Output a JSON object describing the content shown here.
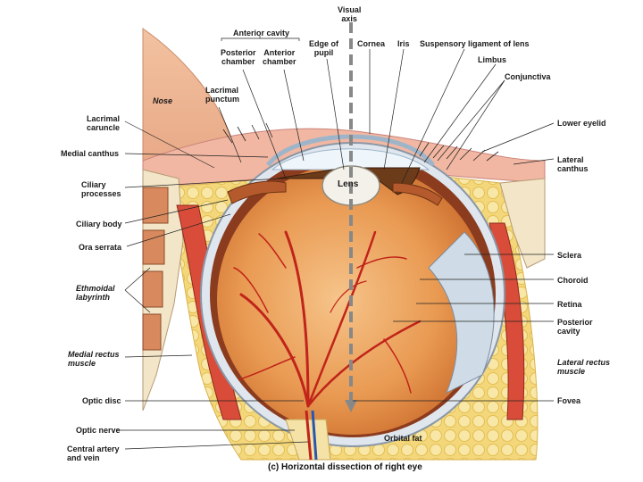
{
  "caption": "(c) Horizontal dissection of right eye",
  "labels": {
    "visual_axis": "Visual\naxis",
    "anterior_cavity": "Anterior cavity",
    "posterior_chamber": "Posterior\nchamber",
    "anterior_chamber": "Anterior\nchamber",
    "edge_of_pupil": "Edge of\npupil",
    "cornea": "Cornea",
    "iris": "Iris",
    "suspensory_ligament": "Suspensory ligament of lens",
    "limbus": "Limbus",
    "conjunctiva": "Conjunctiva",
    "lacrimal_punctum": "Lacrimal\npunctum",
    "nose": "Nose",
    "lacrimal_caruncle": "Lacrimal\ncaruncle",
    "medial_canthus": "Medial canthus",
    "lower_eyelid": "Lower eyelid",
    "lateral_canthus": "Lateral\ncanthus",
    "ciliary_processes": "Ciliary\nprocesses",
    "lens": "Lens",
    "ciliary_body": "Ciliary body",
    "ora_serrata": "Ora serrata",
    "sclera": "Sclera",
    "choroid": "Choroid",
    "retina": "Retina",
    "ethmoidal_labyrinth": "Ethmoidal\nlabyrinth",
    "posterior_cavity": "Posterior\ncavity",
    "medial_rectus": "Medial rectus\nmuscle",
    "lateral_rectus": "Lateral rectus\nmuscle",
    "optic_disc": "Optic disc",
    "fovea": "Fovea",
    "optic_nerve": "Optic nerve",
    "orbital_fat": "Orbital fat",
    "central_artery": "Central artery\nand vein"
  }
}
